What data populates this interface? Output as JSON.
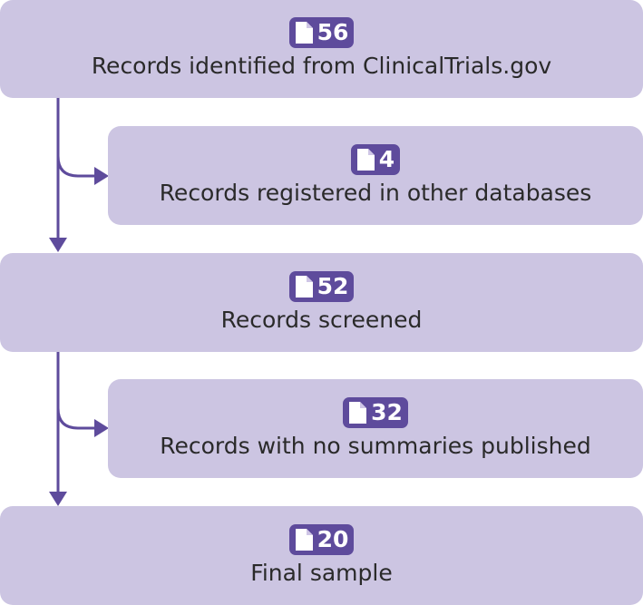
{
  "colors": {
    "box_fill": "#ccc5e2",
    "badge_fill": "#5e4b9c",
    "arrow": "#5e4b9c",
    "text": "#2a2a2a"
  },
  "icon": "document-icon",
  "flow": {
    "identified": {
      "count": "56",
      "label": "Records identified from ClinicalTrials.gov"
    },
    "excluded_other_db": {
      "count": "4",
      "label": "Records registered in other databases"
    },
    "screened": {
      "count": "52",
      "label": "Records screened"
    },
    "excluded_no_summary": {
      "count": "32",
      "label": "Records with no summaries published"
    },
    "final": {
      "count": "20",
      "label": "Final sample"
    }
  }
}
